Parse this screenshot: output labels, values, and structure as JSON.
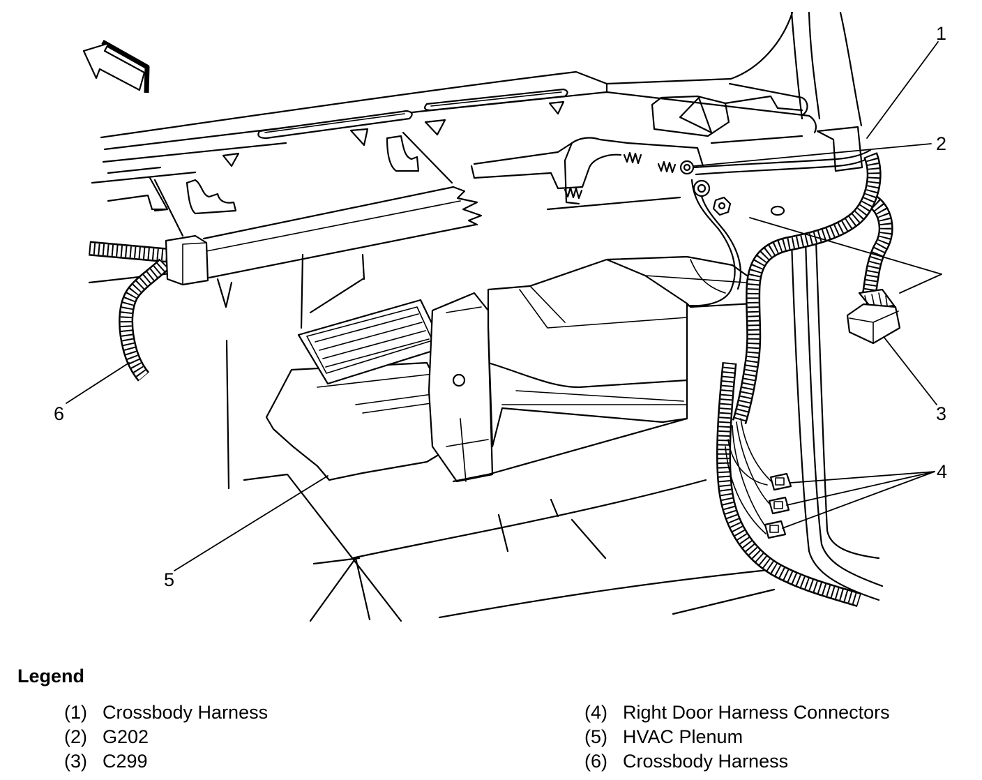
{
  "diagram": {
    "orientation_icon": "front-direction-arrow-icon",
    "callouts": [
      "1",
      "2",
      "3",
      "4",
      "5",
      "6"
    ]
  },
  "legend": {
    "title": "Legend",
    "items": [
      {
        "number": "(1)",
        "label": "Crossbody Harness"
      },
      {
        "number": "(2)",
        "label": "G202"
      },
      {
        "number": "(3)",
        "label": "C299"
      },
      {
        "number": "(4)",
        "label": "Right Door Harness Connectors"
      },
      {
        "number": "(5)",
        "label": "HVAC Plenum"
      },
      {
        "number": "(6)",
        "label": "Crossbody Harness"
      }
    ]
  }
}
